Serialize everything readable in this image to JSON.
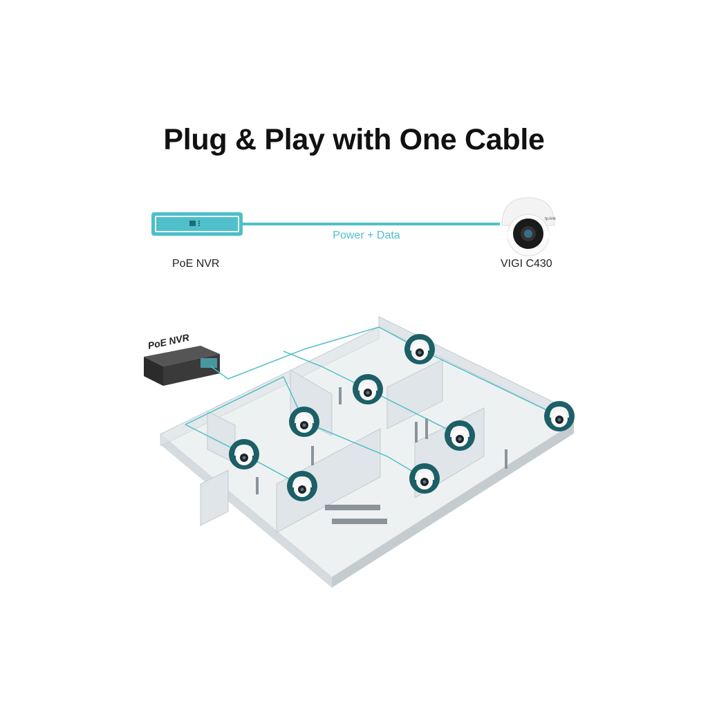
{
  "title": "Plug & Play with One Cable",
  "diagram": {
    "nvr_label": "PoE NVR",
    "cable_label": "Power + Data",
    "camera_label": "VIGI C430",
    "camera_brand": "tp-link"
  },
  "floorplan": {
    "nvr_label": "PoE NVR",
    "camera_count": 8
  },
  "colors": {
    "accent": "#4fbfc9",
    "camera_ring": "#1c5f67"
  }
}
